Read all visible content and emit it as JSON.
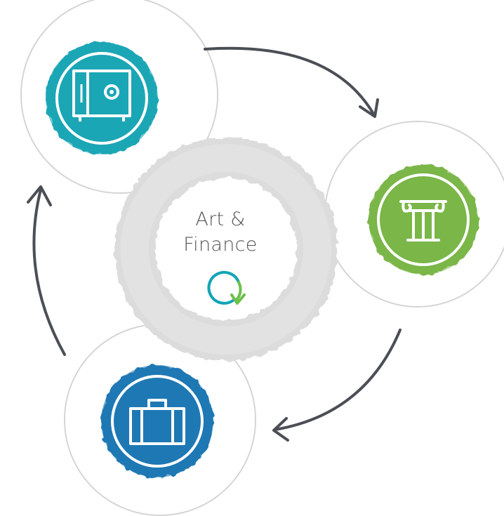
{
  "center": {
    "line1": "Art &",
    "line2": "Finance",
    "ring_color": "#d9d9d9",
    "cycle_icon": "refresh-cycle-icon"
  },
  "nodes": [
    {
      "name": "safe",
      "icon": "safe-icon",
      "color": "#1aa6b5"
    },
    {
      "name": "pillar",
      "icon": "column-pillar-icon",
      "color": "#7ab648"
    },
    {
      "name": "briefcase",
      "icon": "briefcase-icon",
      "color": "#1f78b4"
    }
  ],
  "arrows": {
    "color": "#4b4f55"
  },
  "outline_color": "#d4d4d4"
}
